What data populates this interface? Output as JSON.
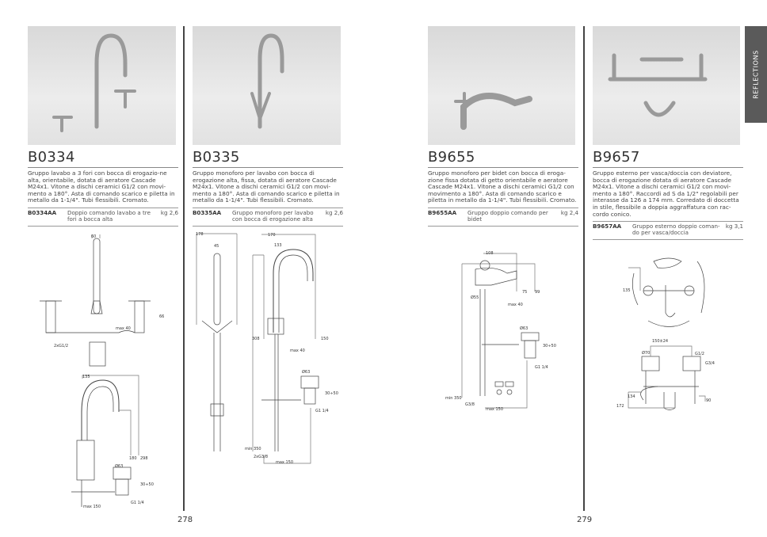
{
  "side_tab": "REFLECTIONS",
  "pages": [
    "278",
    "279"
  ],
  "products": [
    {
      "title": "B0334",
      "description": "Gruppo lavabo a 3 fori con bocca di erogazio-ne alta, orientabile, dotata di aeratore Cascade M24x1. Vitone a dischi ceramici G1/2 con movi-mento a 180°. Asta di comando scarico e piletta in metallo da 1-1/4\". Tubi flessibili. Cromato.",
      "code": "B0334AA",
      "name": "Doppio comando lavabo a tre fori a bocca alta",
      "weight": "kg 2,6",
      "dims": [
        "60",
        "max 40",
        "66",
        "2xG1/2",
        "135",
        "180",
        "298",
        "Ø63",
        "30÷50",
        "G1 1/4",
        "max 150"
      ]
    },
    {
      "title": "B0335",
      "description": "Gruppo monoforo per lavabo con bocca di erogazione alta, fissa, dotata di aeratore Cascade M24x1. Vitone a dischi ceramici G1/2 con movi-mento a 180°. Asta di comando scarico e piletta in metallo da 1-1/4\". Tubi flessibili. Cromato.",
      "code": "B0335AA",
      "name": "Gruppo monoforo per lavabo con bocca di erogazione alta",
      "weight": "kg 2,6",
      "dims": [
        "178",
        "45",
        "170",
        "133",
        "308",
        "150",
        "max 40",
        "Ø63",
        "30÷50",
        "G1 1/4",
        "min 350",
        "2xG3/8",
        "max 150"
      ]
    },
    {
      "title": "B9655",
      "description": "Gruppo monoforo per bidet con bocca di eroga-zione fissa dotata di getto orientabile e aeratore Cascade M24x1. Vitone a dischi ceramici G1/2 con movimento a 180°. Asta di comando scarico e piletta in metallo da 1-1/4\". Tubi flessibili. Cromato.",
      "code": "B9655AA",
      "name": "Gruppo doppio comando per bidet",
      "weight": "kg 2,4",
      "dims": [
        "108",
        "75",
        "99",
        "Ø55",
        "max 40",
        "Ø63",
        "30÷50",
        "G1 1/4",
        "min 350",
        "G3/8",
        "max 150"
      ]
    },
    {
      "title": "B9657",
      "description": "Gruppo esterno per vasca/doccia con deviatore, bocca di erogazione dotata di aeratore Cascade M24x1. Vitone a dischi ceramici G1/2 con movi-mento a 180°. Raccordi ad S da 1/2\" regolabili per interasse da 126 a 174 mm. Corredato di doccetta in stile, flessibile a doppia aggraffatura con rac-cordo conico.",
      "code": "B9657AA",
      "name": "Gruppo esterno doppio coman-do per vasca/doccia",
      "weight": "kg 3,1",
      "dims": [
        "135",
        "150±24",
        "Ø70",
        "G1/2",
        "G3/4",
        "134",
        "90",
        "172"
      ]
    }
  ]
}
